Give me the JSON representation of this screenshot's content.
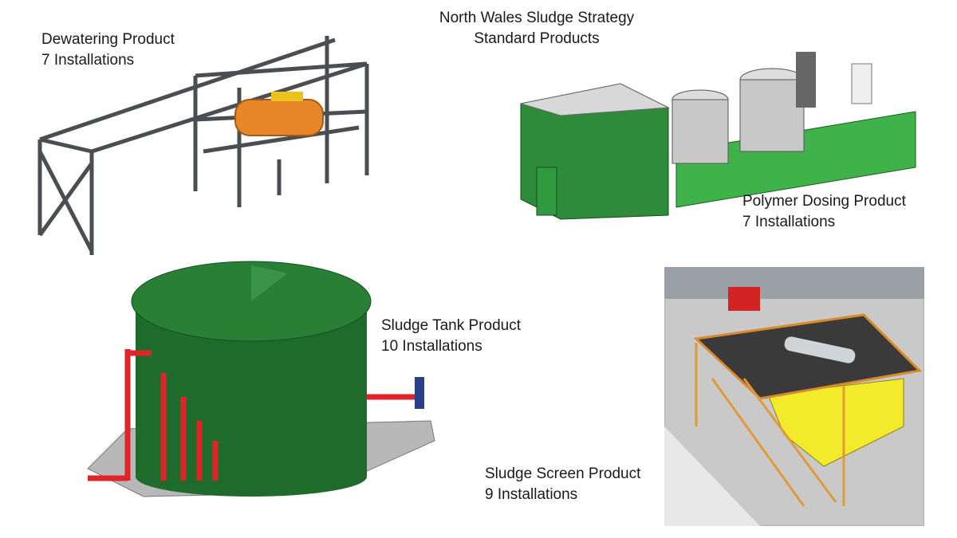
{
  "title": {
    "line1": "North Wales Sludge Strategy",
    "line2": "Standard Products"
  },
  "products": [
    {
      "name": "Dewatering Product",
      "installations": "7 Installations"
    },
    {
      "name": "Polymer Dosing Product",
      "installations": "7 Installations"
    },
    {
      "name": "Sludge Tank Product",
      "installations": "10 Installations"
    },
    {
      "name": "Sludge Screen Product",
      "installations": "9 Installations"
    }
  ],
  "colors": {
    "steel": "#4a4d52",
    "orange": "#e8862a",
    "green": "#2e8b3a",
    "tank_green": "#1f6b2c",
    "pipe_red": "#e0242a",
    "yellow": "#f2ea2a"
  }
}
